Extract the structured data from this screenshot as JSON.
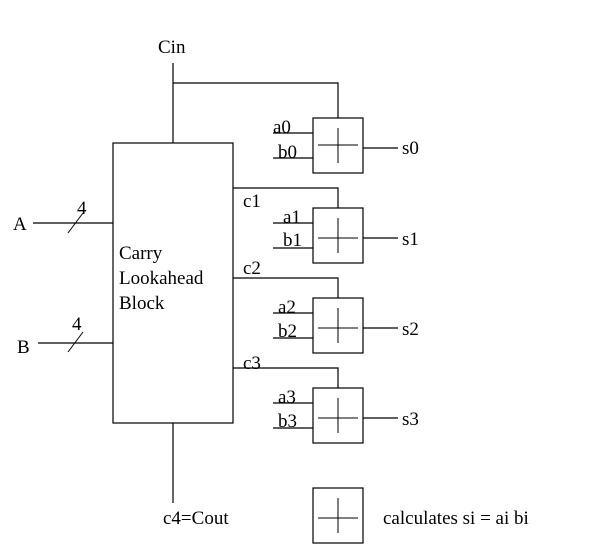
{
  "title": "4-bit Carry Lookahead Adder",
  "colors": {
    "line": "#000000",
    "background": "#ffffff"
  },
  "labels": {
    "cin": "Cin",
    "cout": "c4=Cout",
    "input_a": "A",
    "input_b": "B",
    "bus_width_a": "4",
    "bus_width_b": "4",
    "cla_block": [
      "Carry",
      "Lookahead",
      "Block"
    ]
  },
  "carries": [
    "c1",
    "c2",
    "c3"
  ],
  "adders": [
    {
      "a": "a0",
      "b": "b0",
      "s": "s0",
      "carry_in": "Cin"
    },
    {
      "a": "a1",
      "b": "b1",
      "s": "s1",
      "carry_in": "c1"
    },
    {
      "a": "a2",
      "b": "b2",
      "s": "s2",
      "carry_in": "c2"
    },
    {
      "a": "a3",
      "b": "b3",
      "s": "s3",
      "carry_in": "c3"
    }
  ],
  "legend": {
    "symbol": "plus-box",
    "text": "calculates si = ai bi"
  }
}
